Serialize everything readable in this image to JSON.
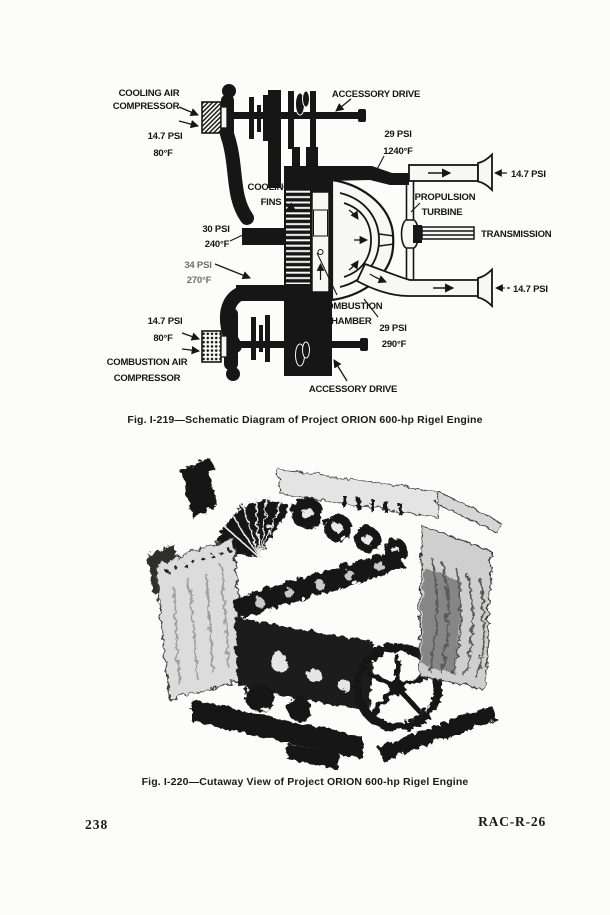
{
  "colors": {
    "ink": "#161616",
    "paper": "#fcfcfa"
  },
  "schematic": {
    "labels": {
      "cooling_air_compressor": [
        "COOLING AIR",
        "COMPRESSOR"
      ],
      "cooling_air_inlet": [
        "14.7 PSI",
        "80°F"
      ],
      "accessory_drive_top": "ACCESSORY DRIVE",
      "turbine_inlet": [
        "29 PSI",
        "1240°F"
      ],
      "exhaust_top": "14.7 PSI",
      "propulsion_turbine": [
        "PROPULSION",
        "TURBINE"
      ],
      "transmission": "TRANSMISSION",
      "cooling_fins": [
        "COOLING",
        "FINS"
      ],
      "cooling_air_out": [
        "30 PSI",
        "240°F"
      ],
      "combustion_air_out": [
        "34 PSI",
        "270°F"
      ],
      "combustion_chamber": [
        "COMBUSTION",
        "CHAMBER"
      ],
      "cooling_exhaust": [
        "29 PSI",
        "290°F"
      ],
      "exhaust_bottom": "14.7 PSI",
      "combustion_air_inlet": [
        "14.7 PSI",
        "80°F"
      ],
      "combustion_air_compressor": [
        "COMBUSTION AIR",
        "COMPRESSOR"
      ],
      "accessory_drive_bottom": "ACCESSORY DRIVE"
    }
  },
  "photo": {
    "alt": "engine-cutaway-photograph"
  },
  "captions": {
    "fig1": "Fig. I-219—Schematic Diagram of Project ORION 600-hp Rigel Engine",
    "fig2": "Fig. I-220—Cutaway View of Project ORION 600-hp Rigel Engine"
  },
  "footer": {
    "page_number": "238",
    "report_code": "RAC-R-26"
  }
}
